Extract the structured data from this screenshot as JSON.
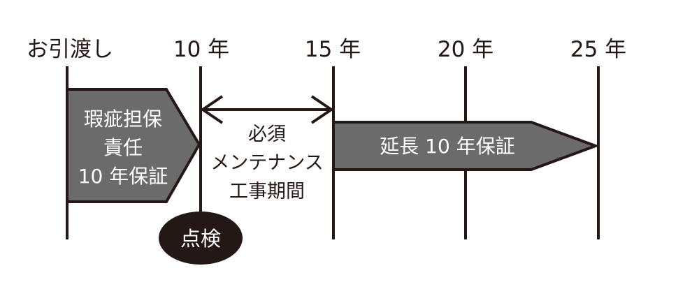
{
  "timeline": {
    "labels": [
      "お引渡し",
      "10 年",
      "15 年",
      "20 年",
      "25 年"
    ]
  },
  "warranty_box": {
    "lines": [
      "瑕疵担保",
      "責任",
      "10 年保証"
    ]
  },
  "maintenance": {
    "lines": [
      "必須",
      "メンテナンス",
      "工事期間"
    ]
  },
  "extended_box": {
    "label": "延長 10 年保証"
  },
  "inspection": {
    "label": "点検"
  },
  "colors": {
    "line": "#231815",
    "box_fill": "#6b6b6b",
    "box_text": "#ffffff",
    "text": "#231815"
  }
}
